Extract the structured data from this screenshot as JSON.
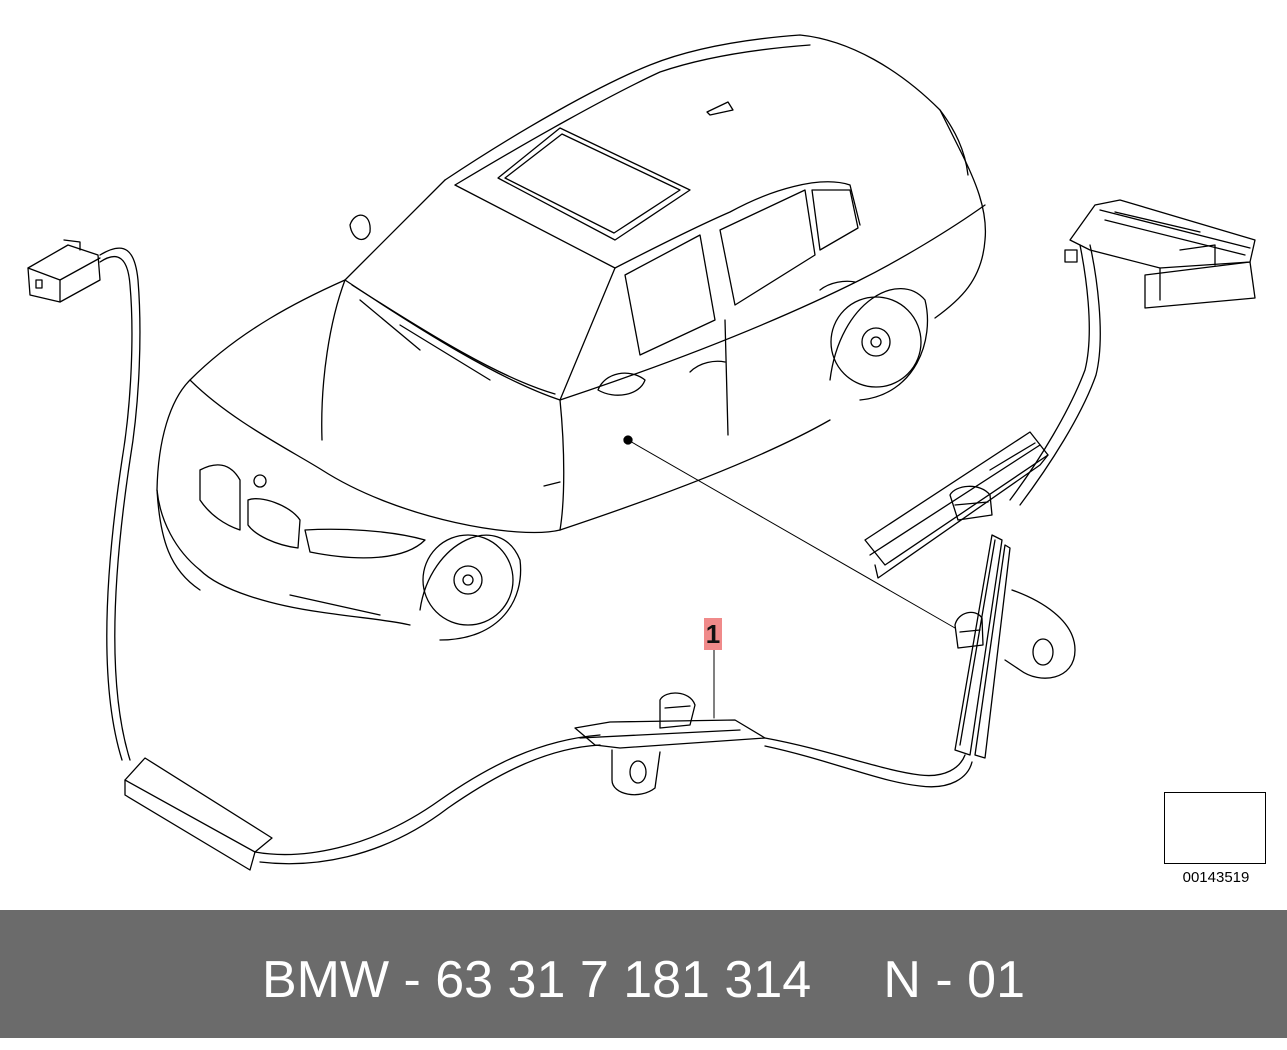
{
  "diagram": {
    "callout": "1",
    "reference_number": "00143519"
  },
  "caption": {
    "text": "BMW - 63 31 7 181 314     N - 01"
  },
  "icons": {
    "car": "sedan-outline-icon",
    "cable": "wiring-harness-icon",
    "reference": "view-direction-arrow-icon"
  },
  "colors": {
    "caption_bg": "#6b6b6b",
    "caption_text": "#ffffff",
    "callout_bg": "#f08a8a",
    "line": "#000000"
  }
}
